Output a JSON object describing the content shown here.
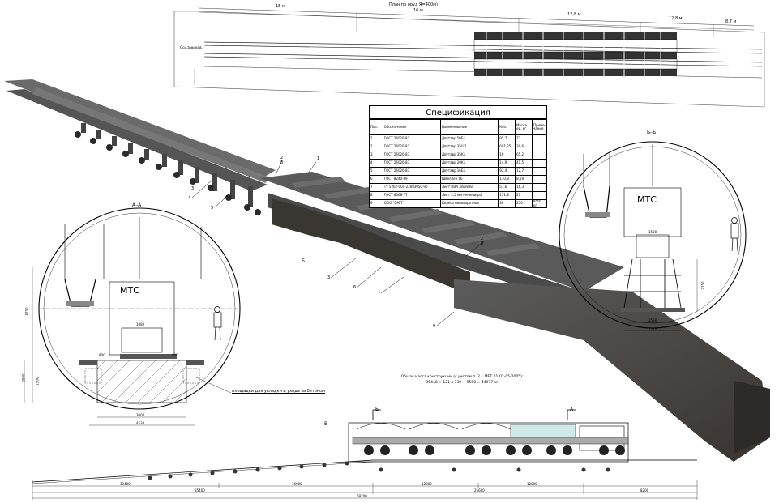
{
  "top_view": {
    "title": "План по оруд Я=400м)",
    "dims": [
      "15 м",
      "16 м",
      "12,8 м",
      "12,8 м",
      "8,7 м"
    ],
    "left_text": "Ось тоннеля"
  },
  "spec": {
    "title": "Спецификация",
    "headers": [
      "Поз.",
      "Обозначение",
      "Наименование",
      "Кол.",
      "Масса ед. кг",
      "Приме-чание"
    ],
    "rows": [
      [
        "1",
        "ГОСТ 26020-83",
        "Двутавр 50Б1",
        "95,7",
        "73",
        ""
      ],
      [
        "2",
        "ГОСТ 26020-83",
        "Двутавр 35Ш1",
        "691,25",
        "30,6",
        ""
      ],
      [
        "3",
        "ГОСТ 26020-83",
        "Двутавр 35К1",
        "16",
        "65,2",
        ""
      ],
      [
        "4",
        "ГОСТ 26020-83",
        "Двутавр 20К1",
        "14,9",
        "41,5",
        ""
      ],
      [
        "5",
        "ГОСТ 26020-83",
        "Двутавр 16Б1",
        "92,4",
        "12,7",
        ""
      ],
      [
        "6",
        "ГОСТ 8240-89",
        "Швеллер 16",
        "170,8",
        "8,59",
        ""
      ],
      [
        "7",
        "ТУ 5262-001-23083050-96",
        "Лист ПВЛ 4/8x808",
        "57,6",
        "16,3",
        ""
      ],
      [
        "8",
        "ГОСТ 8568-77",
        "Лист 2,5 мм (чечевица)",
        "151,8",
        "21",
        ""
      ],
      [
        "9",
        "ООО \"ОМП\"",
        "Колесо неповоротное",
        "38",
        "250",
        "9500 кг"
      ]
    ]
  },
  "section_aa": {
    "title": "А–А",
    "mts_label": "МТС",
    "dims": [
      "1080",
      "800",
      "800",
      "4250",
      "2500",
      "1900",
      "3000",
      "4530"
    ],
    "note": "площадки для укладки и ухода за бетоном"
  },
  "section_bb": {
    "title": "Б–Б",
    "mts_label": "МТС",
    "dims": [
      "1530",
      "2550",
      "2150",
      "2770"
    ]
  },
  "view_labels": {
    "b_arrow": "Б",
    "a_arrow": "А",
    "view_b": "В",
    "b_marker": "Б",
    "a_marker": "А"
  },
  "callouts": [
    "1",
    "2",
    "8",
    "3",
    "4",
    "5",
    "2",
    "8",
    "3",
    "6",
    "7",
    "9"
  ],
  "note": {
    "line1": "Общая масса конструкции (с учетом п. 2.1 МЕТ 01-02-05-2005):",
    "line2": "35448 + 121 х 330 + 9500 = 44977 кг"
  },
  "side_view": {
    "dims_top": [
      "19400",
      "16000",
      "12800",
      "12800"
    ],
    "dims_mid": [
      "35400",
      "25600",
      "8200"
    ],
    "dim_total": "69200"
  }
}
